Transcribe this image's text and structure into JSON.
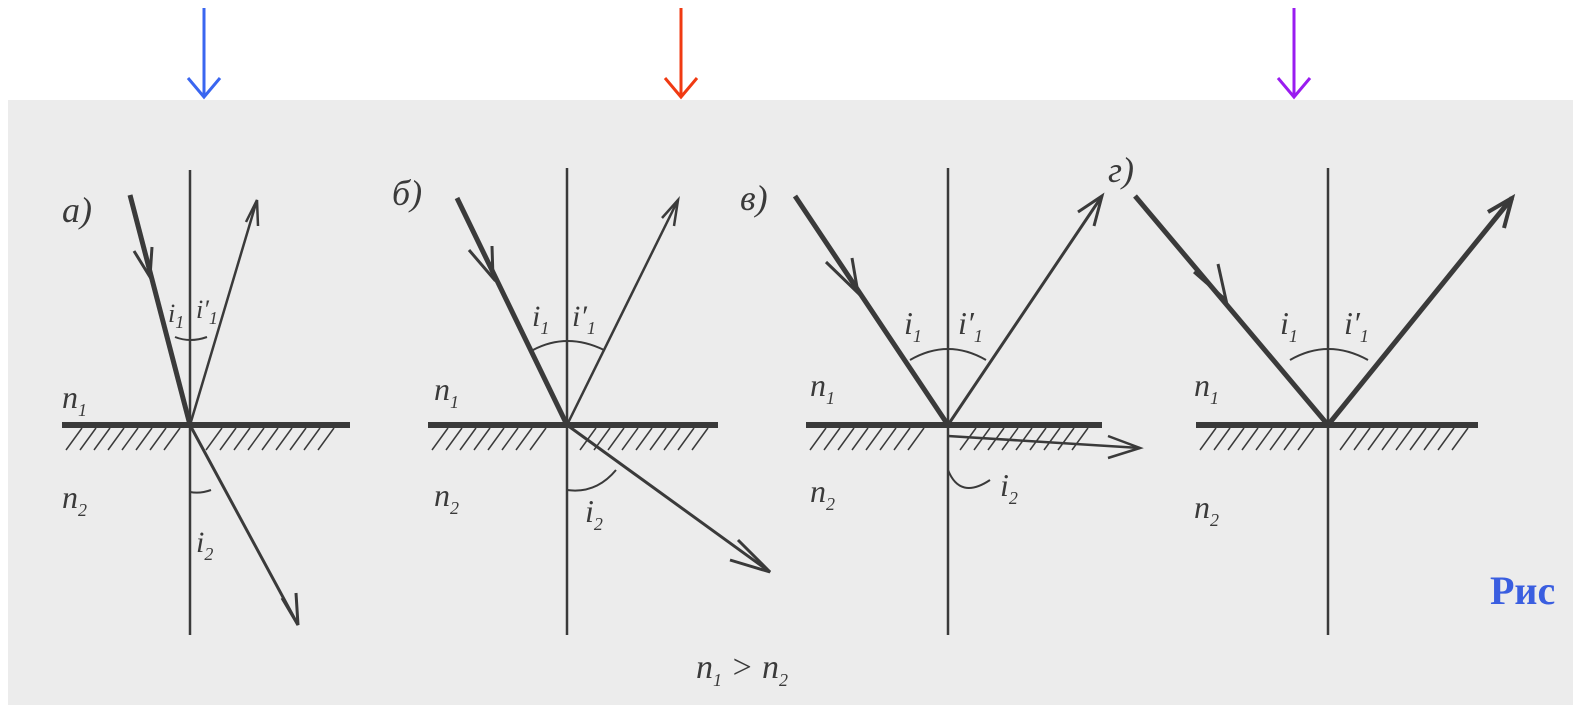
{
  "colors": {
    "arrow_a": "#3a66f0",
    "arrow_b": "#f03a12",
    "arrow_d": "#9a1cf0",
    "caption": "#3a5ee0",
    "paper": "#ececec",
    "ink": "#3a3a3a"
  },
  "panels": [
    {
      "label": "а)",
      "incident": "i",
      "incident_sub": "1",
      "reflected": "i′",
      "reflected_sub": "1",
      "refracted": "i",
      "refracted_sub": "2",
      "n1": "n",
      "n1_sub": "1",
      "n2": "n",
      "n2_sub": "2"
    },
    {
      "label": "б)",
      "incident": "i",
      "incident_sub": "1",
      "reflected": "i′",
      "reflected_sub": "1",
      "refracted": "i",
      "refracted_sub": "2",
      "n1": "n",
      "n1_sub": "1",
      "n2": "n",
      "n2_sub": "2"
    },
    {
      "label": "в)",
      "incident": "i",
      "incident_sub": "1",
      "reflected": "i′",
      "reflected_sub": "1",
      "refracted": "i",
      "refracted_sub": "2",
      "n1": "n",
      "n1_sub": "1",
      "n2": "n",
      "n2_sub": "2"
    },
    {
      "label": "г)",
      "incident": "i",
      "incident_sub": "1",
      "reflected": "i′",
      "reflected_sub": "1",
      "n1": "n",
      "n1_sub": "1",
      "n2": "n",
      "n2_sub": "2"
    }
  ],
  "condition": {
    "a": "n",
    "a_sub": "1",
    "op": " > ",
    "b": "n",
    "b_sub": "2"
  },
  "caption": "Рис"
}
